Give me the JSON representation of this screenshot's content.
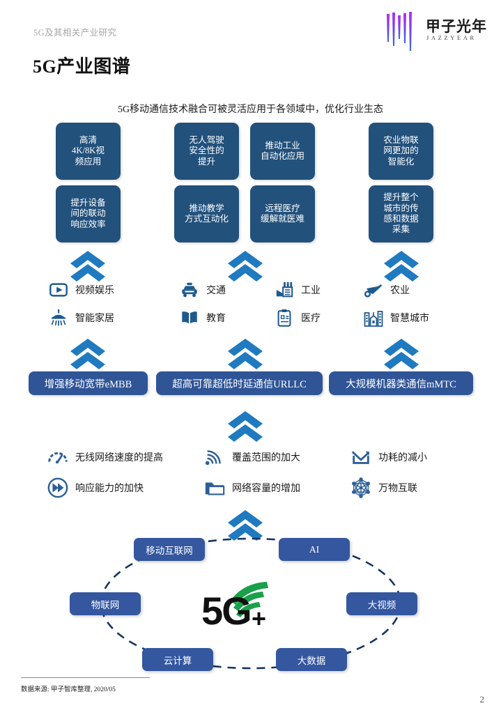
{
  "header": {
    "subtitle": "5G及其相关产业研究",
    "logo_cn": "甲子光年",
    "logo_en": "JAZZYEAR",
    "logo_icon": "jazzyear-needles-logo"
  },
  "title": "5G产业图谱",
  "lead": "5G移动通信技术融合可被灵活应用于各领域中，优化行业生态",
  "colors": {
    "box_navy": "#22517c",
    "bar_blue": "#2f5597",
    "ellipse_box_blue": "#3457a0",
    "chevron_blue": "#1f7ac0",
    "icon_blue": "#1f5a8f",
    "logo_purple": "#9b2ff0",
    "logo_blue": "#3a6bdd",
    "fiveg_green": "#1f9e4a",
    "subtitle_gray": "#a6a6a6"
  },
  "application_boxes": {
    "column_embb": [
      {
        "text": "高清\n4K/8K视\n频应用"
      },
      {
        "text": "提升设备\n间的联动\n响应效率"
      }
    ],
    "column_urllc": [
      {
        "text": "无人驾驶\n安全性的\n提升"
      },
      {
        "text": "推动工业\n自动化应用"
      },
      {
        "text": "推动教学\n方式互动化"
      },
      {
        "text": "远程医疗\n缓解就医难"
      }
    ],
    "column_mmtc": [
      {
        "text": "农业物联\n网更加的\n智能化"
      },
      {
        "text": "提升整个\n城市的传\n感和数据\n采集"
      }
    ]
  },
  "industries": [
    {
      "icon": "video-play-icon",
      "label": "视频娱乐"
    },
    {
      "icon": "smart-lamp-icon",
      "label": "智能家居"
    },
    {
      "icon": "taxi-car-icon",
      "label": "交通"
    },
    {
      "icon": "open-book-icon",
      "label": "教育"
    },
    {
      "icon": "factory-icon",
      "label": "工业"
    },
    {
      "icon": "medical-clipboard-icon",
      "label": "医疗"
    },
    {
      "icon": "wheelbarrow-icon",
      "label": "农业"
    },
    {
      "icon": "smart-city-icon",
      "label": "智慧城市"
    }
  ],
  "scenario_bars": [
    {
      "label": "增强移动宽带eMBB"
    },
    {
      "label": "超高可靠超低时延通信URLLC"
    },
    {
      "label": "大规模机器类通信mMTC"
    }
  ],
  "capabilities": [
    {
      "icon": "speedometer-icon",
      "label": "无线网络速度的提高"
    },
    {
      "icon": "fast-forward-icon",
      "label": "响应能力的加快"
    },
    {
      "icon": "signal-waves-icon",
      "label": "覆盖范围的加大"
    },
    {
      "icon": "folder-icon",
      "label": "网络容量的增加"
    },
    {
      "icon": "power-down-icon",
      "label": "功耗的减小"
    },
    {
      "icon": "network-mesh-icon",
      "label": "万物互联"
    }
  ],
  "ecosystem": {
    "center_logo": "5g-plus-logo",
    "center_text": "5G",
    "center_plus": "+",
    "nodes": [
      {
        "label": "移动互联网"
      },
      {
        "label": "AI"
      },
      {
        "label": "大视频"
      },
      {
        "label": "大数据"
      },
      {
        "label": "云计算"
      },
      {
        "label": "物联网"
      }
    ]
  },
  "footer": {
    "source": "数据来源: 甲子智库整理, 2020/05",
    "page_number": "2"
  }
}
